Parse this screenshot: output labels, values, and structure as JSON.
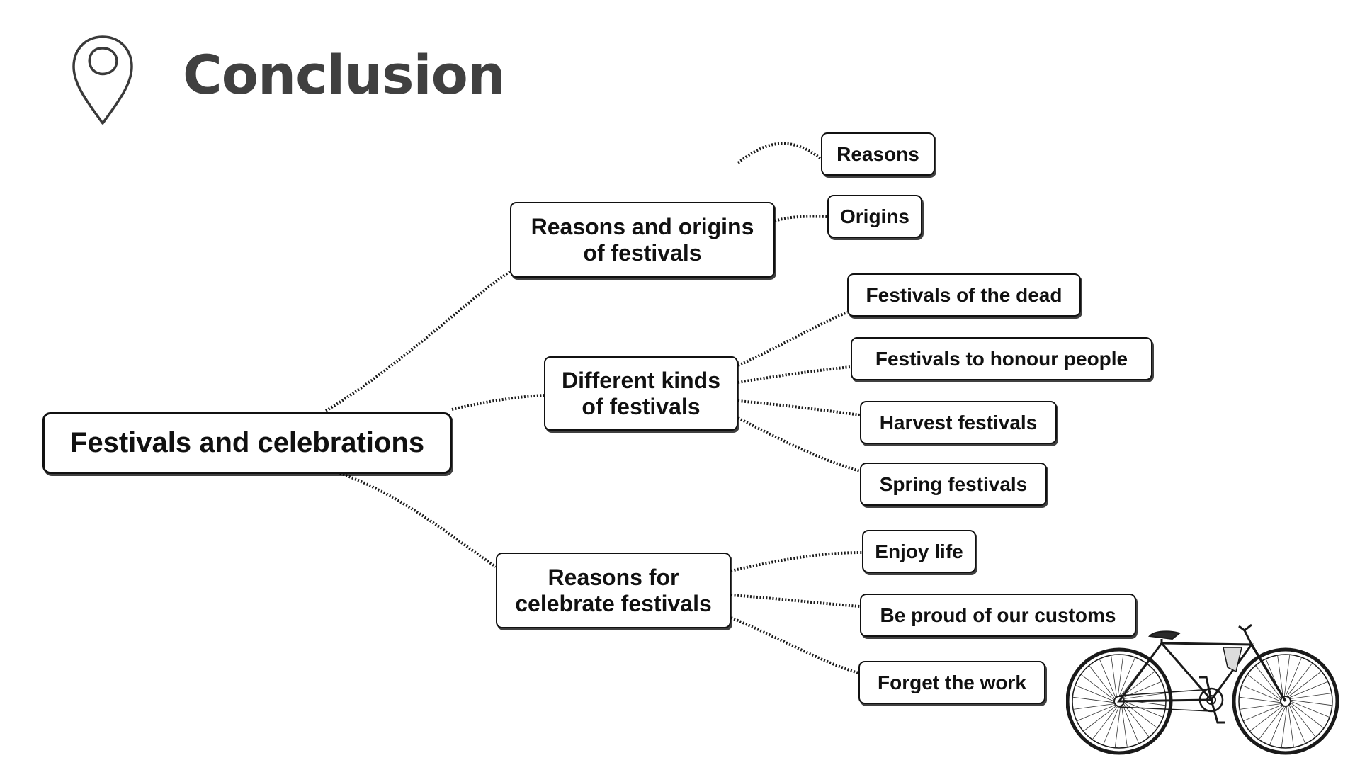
{
  "header": {
    "title": "Conclusion",
    "icon": "map-pin-icon"
  },
  "mindmap": {
    "root": "Festivals and celebrations",
    "branches": [
      {
        "label_lines": [
          "Reasons and origins",
          "of festivals"
        ],
        "children": [
          "Reasons",
          "Origins"
        ]
      },
      {
        "label_lines": [
          "Different kinds",
          "of festivals"
        ],
        "children": [
          "Festivals of the dead",
          "Festivals to honour people",
          "Harvest festivals",
          "Spring festivals"
        ]
      },
      {
        "label_lines": [
          "Reasons for",
          "celebrate festivals"
        ],
        "children": [
          "Enjoy life",
          "Be proud of our customs",
          "Forget the work"
        ]
      }
    ]
  },
  "decoration": {
    "illustration": "bicycle-illustration"
  },
  "colors": {
    "title": "#404040",
    "node_border": "#111111",
    "background": "#ffffff"
  }
}
